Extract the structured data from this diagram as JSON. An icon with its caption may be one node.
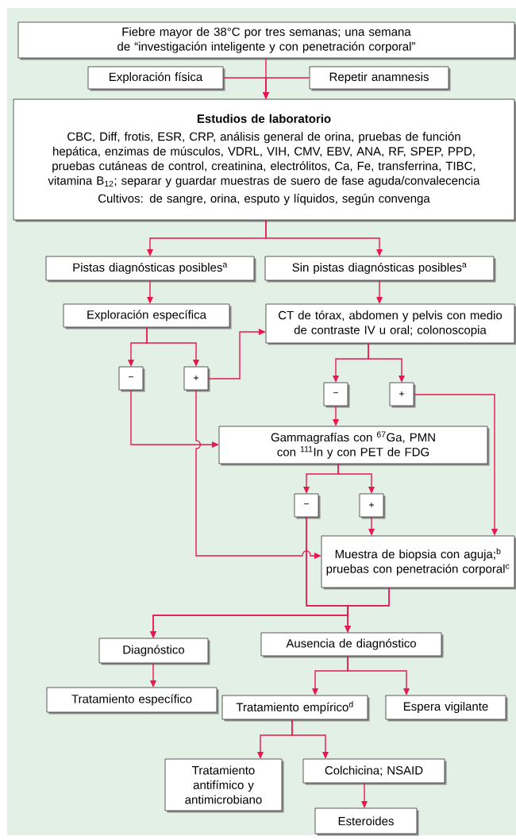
{
  "diagram": {
    "nodes": [
      {
        "text": [
          "Fiebre mayor de 38°C por tres semanas; una semana de “investigación inteligente y con penetración corporal”"
        ]
      },
      {
        "text": [
          "Exploración física"
        ]
      },
      {
        "text": [
          "Repetir anamnesis"
        ]
      },
      {
        "text": [
          "Estudios de laboratorio",
          "CBC, Diff, frotis, ESR, CRP, análisis general de orina, pruebas de función hepática, enzimas de músculos, VDRL, VIH, CMV, EBV, ANA, RF, SPEP, PPD, pruebas cutáneas de control, creatinina, electrólitos, Ca, Fe, transferrina, TIBC, vitamina B$_{12}$; separar y guardar muestras de suero de fase aguda/convalecencia",
          "Cultivos: de sangre, orina, esputo y líquidos, según convenga"
        ]
      },
      {
        "text": [
          "Pistas diagnósticas posibles$^{a}$"
        ]
      },
      {
        "text": [
          "Sin pistas diagnósticas posibles$^{a}$"
        ]
      },
      {
        "text": [
          "Exploración específica"
        ]
      },
      {
        "text": [
          "CT de tórax, abdomen y pelvis con medio de contraste IV u oral; colonoscopia"
        ]
      },
      {
        "text": [
          "−"
        ]
      },
      {
        "text": [
          "+"
        ]
      },
      {
        "text": [
          "−"
        ]
      },
      {
        "text": [
          "+"
        ]
      },
      {
        "text": [
          "Gammagrafías con $^{67}$Ga, PMN con $^{111}$In y con PET de FDG"
        ]
      },
      {
        "text": [
          "−"
        ]
      },
      {
        "text": [
          "+"
        ]
      },
      {
        "text": [
          "Muestra de biopsia con aguja;$^{b}$ pruebas con penetración corporal$^{c}$"
        ]
      },
      {
        "text": [
          "Diagnóstico"
        ]
      },
      {
        "text": [
          "Ausencia de diagnóstico"
        ]
      },
      {
        "text": [
          "Tratamiento específico"
        ]
      },
      {
        "text": [
          "Tratamiento empírico$^{d}$"
        ]
      },
      {
        "text": [
          "Espera vigilante"
        ]
      },
      {
        "text": [
          "Tratamiento antifímico y antimicrobiano"
        ]
      },
      {
        "text": [
          "Colchicina; NSAID"
        ]
      },
      {
        "text": [
          "Esteroides"
        ]
      }
    ],
    "edges": [
      {
        "from": 0,
        "to": 3,
        "arrow": "to"
      },
      {
        "from": 1,
        "to": 3,
        "arrow": "to"
      },
      {
        "from": 2,
        "to": 3,
        "arrow": "to"
      },
      {
        "from": 3,
        "to": 4,
        "arrow": "to"
      },
      {
        "from": 3,
        "to": 5,
        "arrow": "to"
      },
      {
        "from": 4,
        "to": 6,
        "arrow": "to"
      },
      {
        "from": 5,
        "to": 7,
        "arrow": "to"
      },
      {
        "from": 6,
        "to": 8,
        "arrow": "to"
      },
      {
        "from": 6,
        "to": 9,
        "arrow": "to"
      },
      {
        "from": 9,
        "to": 7,
        "arrow": "to"
      },
      {
        "from": 7,
        "to": 10,
        "arrow": "to"
      },
      {
        "from": 7,
        "to": 11,
        "arrow": "to"
      },
      {
        "from": 10,
        "to": 12,
        "arrow": "to"
      },
      {
        "from": 8,
        "to": 12,
        "arrow": "to"
      },
      {
        "from": 9,
        "to": 15,
        "arrow": "to"
      },
      {
        "from": 11,
        "to": 15,
        "arrow": "to"
      },
      {
        "from": 12,
        "to": 13,
        "arrow": "to"
      },
      {
        "from": 12,
        "to": 14,
        "arrow": "to"
      },
      {
        "from": 14,
        "to": 15,
        "arrow": "to"
      },
      {
        "from": 13,
        "to": 16,
        "arrow": "to"
      },
      {
        "from": 13,
        "to": 17,
        "arrow": "to"
      },
      {
        "from": 15,
        "to": 16,
        "arrow": "to"
      },
      {
        "from": 15,
        "to": 17,
        "arrow": "to"
      },
      {
        "from": 16,
        "to": 18,
        "arrow": "to"
      },
      {
        "from": 17,
        "to": 19,
        "arrow": "to"
      },
      {
        "from": 17,
        "to": 20,
        "arrow": "to"
      },
      {
        "from": 19,
        "to": 21,
        "arrow": "to"
      },
      {
        "from": 19,
        "to": 22,
        "arrow": "to"
      },
      {
        "from": 22,
        "to": 23,
        "arrow": "to"
      }
    ]
  }
}
